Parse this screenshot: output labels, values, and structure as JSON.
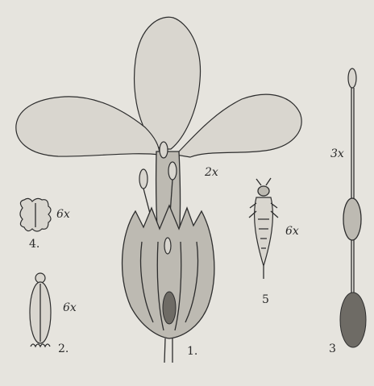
{
  "plate": {
    "fig1": {
      "number": "1.",
      "magnification": "2x"
    },
    "fig2": {
      "number": "2.",
      "magnification": "6x"
    },
    "fig3": {
      "number": "3",
      "magnification": "3x"
    },
    "fig4": {
      "number": "4.",
      "magnification": "6x"
    },
    "fig5": {
      "number": "5",
      "magnification": "6x"
    }
  },
  "colors": {
    "paper": "#e6e4de",
    "ink": "#2d2d2d",
    "shade": "#bdbab2"
  }
}
